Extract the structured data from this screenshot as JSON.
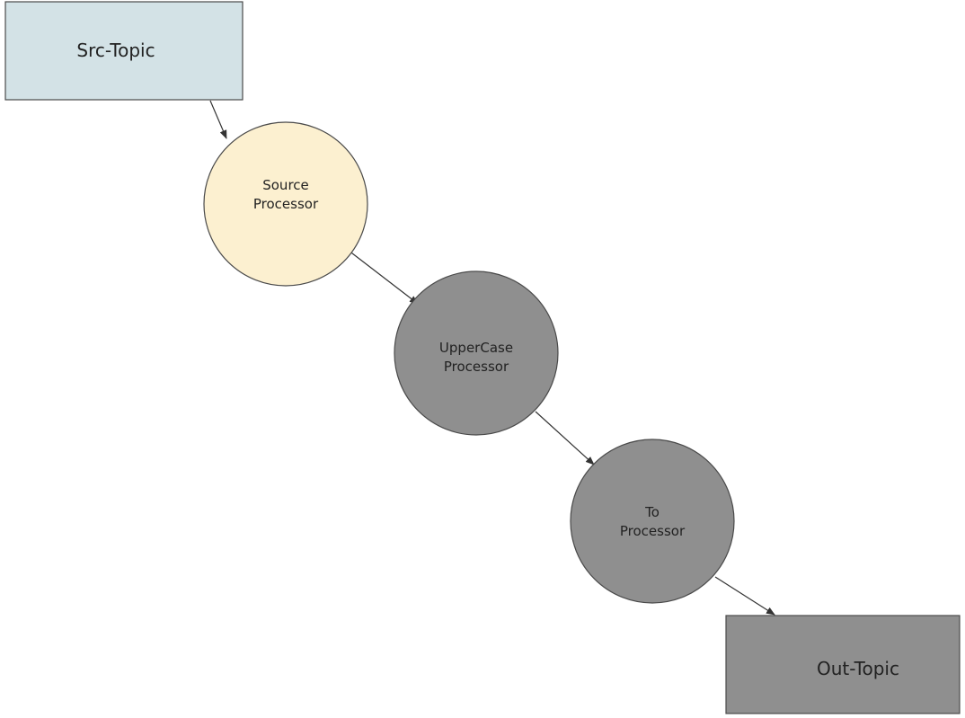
{
  "diagram": {
    "nodes": {
      "src_topic": {
        "label": "Src-Topic",
        "fill": "#d3e2e6"
      },
      "source_processor": {
        "label_line1": "Source",
        "label_line2": "Processor",
        "fill": "#fcf0d0"
      },
      "uppercase_processor": {
        "label_line1": "UpperCase",
        "label_line2": "Processor",
        "fill": "#8f8f8f"
      },
      "to_processor": {
        "label_line1": "To",
        "label_line2": "Processor",
        "fill": "#8f8f8f"
      },
      "out_topic": {
        "label": "Out-Topic",
        "fill": "#8f8f8f"
      }
    },
    "edge_color": "#333333"
  }
}
